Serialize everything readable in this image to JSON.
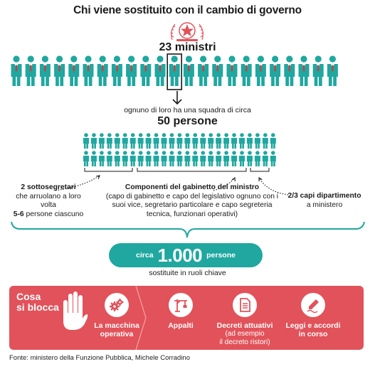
{
  "title": "Chi viene sostituito con il cambio di governo",
  "ministri": {
    "label": "23 ministri",
    "count": 23
  },
  "squadra": {
    "text": "ognuno di loro ha una squadra di circa",
    "label": "50 persone",
    "count": 50
  },
  "notes": {
    "left": {
      "bold1": "2 sottosegretari",
      "text": "che arruolano a loro volta",
      "bold2": "5-6",
      "text2": "persone ciascuno"
    },
    "mid": {
      "bold": "Componenti del gabinetto del ministro",
      "text": "(capo di gabinetto e capo del legislativo ognuno con i suoi vice, segretario particolare e capo segreteria tecnica, funzionari operativi)"
    },
    "right": {
      "bold": "2/3 capi dipartimento",
      "text": "a ministero"
    }
  },
  "result": {
    "prefix": "circa",
    "value": "1.000",
    "suffix": "persone",
    "sub": "sostituite in ruoli chiave"
  },
  "blocca": {
    "title_line1": "Cosa",
    "title_line2": "si blocca",
    "hand_icon": "hand-stop-icon",
    "items": [
      {
        "icon": "gears-icon",
        "label_line1": "La macchina",
        "label_line2": "operativa",
        "sub": ""
      },
      {
        "icon": "crane-icon",
        "label_line1": "Appalti",
        "label_line2": "",
        "sub": ""
      },
      {
        "icon": "document-icon",
        "label_line1": "Decreti attuativi",
        "label_line2": "",
        "sub_line1": "(ad esempio",
        "sub_line2": "il decreto ristori)"
      },
      {
        "icon": "pen-icon",
        "label_line1": "Leggi e accordi",
        "label_line2": "in corso",
        "sub": ""
      }
    ]
  },
  "footer": "Fonte: ministero della Funzione Pubblica, Michele Corradino",
  "colors": {
    "teal": "#1fa7a0",
    "red": "#e2525a",
    "tie": "#d63b3b"
  }
}
